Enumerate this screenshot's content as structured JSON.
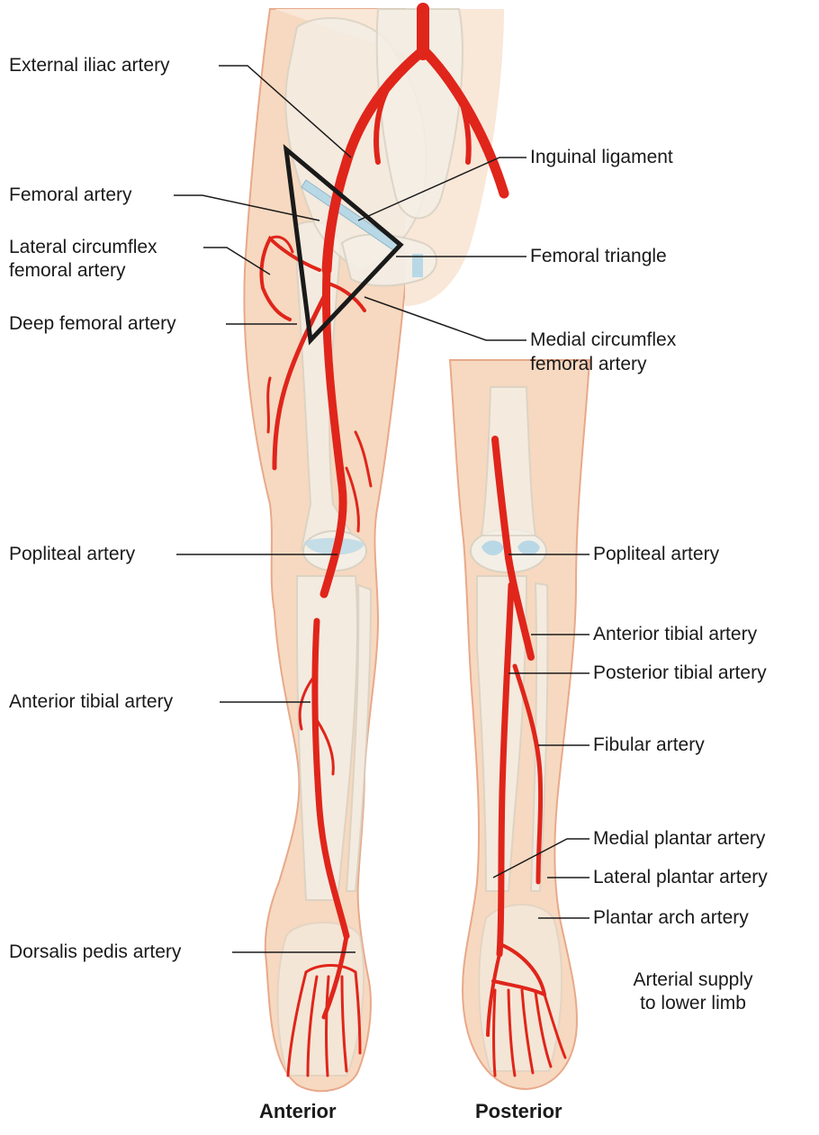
{
  "colors": {
    "skin": "#f6d9c0",
    "skin_edge": "#e8a98a",
    "bone": "#f4efe6",
    "bone_edge": "#d9d2c4",
    "artery": "#e0251b",
    "cartilage": "#b9d8e6",
    "leader": "#1a1a1a"
  },
  "labels_left": {
    "external_iliac": "External iliac artery",
    "femoral": "Femoral artery",
    "lateral_circumflex_1": "Lateral circumflex",
    "lateral_circumflex_2": "femoral artery",
    "deep_femoral": "Deep femoral artery",
    "popliteal": "Popliteal artery",
    "anterior_tibial": "Anterior tibial artery",
    "dorsalis_pedis": "Dorsalis pedis artery"
  },
  "labels_right": {
    "inguinal_ligament": "Inguinal ligament",
    "femoral_triangle": "Femoral triangle",
    "medial_circumflex_1": "Medial circumflex",
    "medial_circumflex_2": "femoral artery",
    "popliteal": "Popliteal artery",
    "anterior_tibial": "Anterior tibial artery",
    "posterior_tibial": "Posterior tibial artery",
    "fibular": "Fibular artery",
    "medial_plantar": "Medial plantar artery",
    "lateral_plantar": "Lateral plantar artery",
    "plantar_arch": "Plantar arch artery"
  },
  "caption": {
    "line1": "Arterial supply",
    "line2": "to lower limb"
  },
  "views": {
    "anterior": "Anterior",
    "posterior": "Posterior"
  }
}
